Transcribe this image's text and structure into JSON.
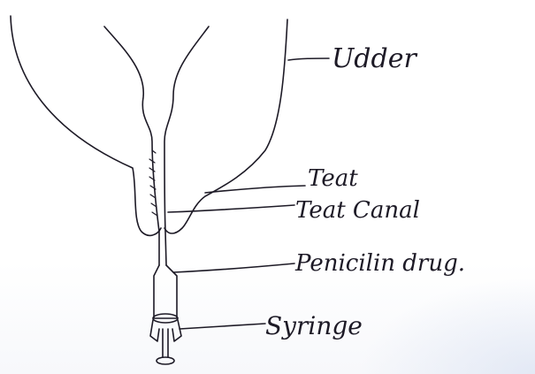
{
  "diagram": {
    "labels": {
      "udder": "Udder",
      "teat": "Teat",
      "teat_canal": "Teat Canal",
      "drug": "Penicilin drug.",
      "syringe": "Syringe"
    }
  },
  "colors": {
    "ink": "#1d1a26",
    "paper": "#ffffff"
  }
}
